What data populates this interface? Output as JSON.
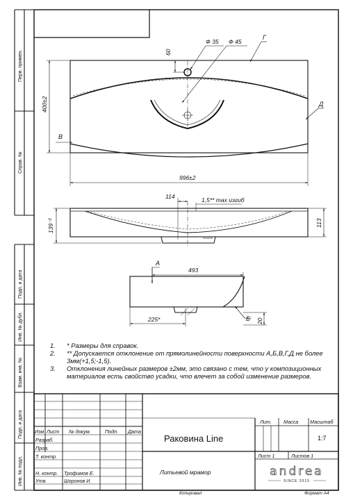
{
  "side_labels": {
    "perv_primen": "Перв. примен.",
    "sprav_no": "Справ. №",
    "podp_data_1": "Подп. и дата",
    "inv_dubl": "Инв. № дубл.",
    "vzam_inv": "Взам. инв. №",
    "podp_data_2": "Подп. и дата",
    "inv_podl": "Инв. № подл."
  },
  "top_view": {
    "dim_hole_height": "60",
    "dim_hole_dia": "Ф 35",
    "dim_bowl_dia": "Ф 45",
    "letter_g": "Г",
    "letter_d": "Д",
    "letter_v": "В",
    "dim_depth": "400±2",
    "dim_width": "996±2"
  },
  "front_view": {
    "dim_offset": "114",
    "dim_bend": "1,5** max изгиб",
    "dim_left_height": "139⁻²",
    "dim_right_height": "113"
  },
  "side_view": {
    "letter_a": "А",
    "letter_b": "Б",
    "dim_length": "493",
    "dim_drain": "225*",
    "dim_thickness": "20"
  },
  "notes": [
    {
      "num": "1.",
      "text": "* Размеры для справок."
    },
    {
      "num": "2.",
      "text": "** Допускается отклонение от прямолинейности поверхности А,Б,В,Г,Д не более 3мм(+1,5;-1,5)."
    },
    {
      "num": "3.",
      "text": "Отклонения линейных размеров ±2мм, это связано с тем, что у композиционных материалов есть свойство усадки, что влечет за собой изменение размеров."
    }
  ],
  "title_block": {
    "col_izm": "Изм",
    "col_list": "Лист",
    "col_dokum": "№ докум.",
    "col_podp": "Подп.",
    "col_data": "Дата",
    "row_razrab": "Разраб.",
    "row_prov": "Пров.",
    "row_tkontr": "Т. контр.",
    "row_nkontr": "Н. контр.",
    "row_utv": "Утв.",
    "name_nkontr": "Трофимов Е.",
    "name_utv": "Шоронов И.",
    "product_name": "Раковина Line",
    "material": "Литьевой мрамор",
    "hdr_lit": "Лит.",
    "hdr_massa": "Масса",
    "hdr_masshtab": "Масштаб",
    "scale_value": "1:7",
    "sheet_label": "Лист 1",
    "sheets_label": "Листов 1",
    "logo_word": "andrea",
    "logo_tagline": "SINCE 2015",
    "footer_copied": "Копировал",
    "footer_format": "Формат А4"
  }
}
